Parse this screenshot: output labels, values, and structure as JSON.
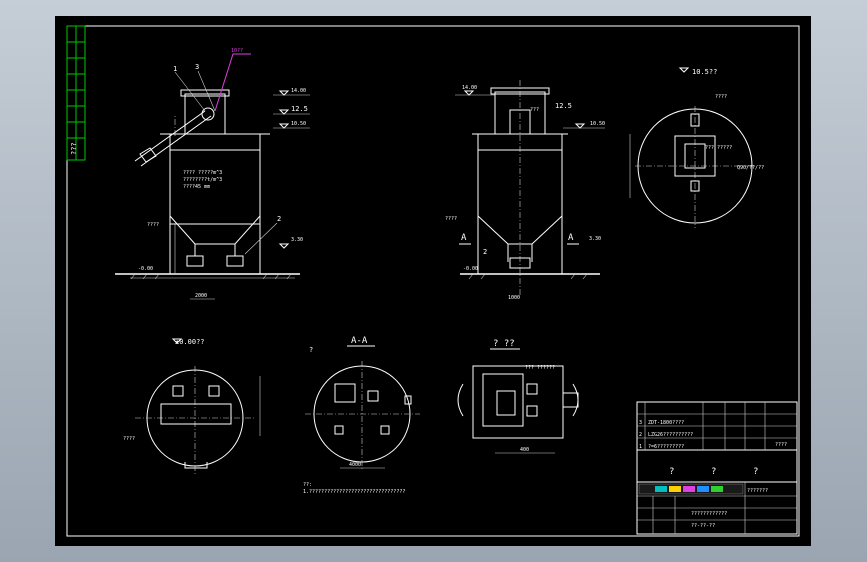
{
  "stamp": {
    "label": "???"
  },
  "elev_left": {
    "callout": "10??",
    "level_top": "14.00",
    "level_mid": "12.5",
    "level_low": "10.50",
    "level_base": "3.30",
    "level_ground": "-0.00",
    "notes": [
      "???? ?????m^3",
      "????????t/m^3",
      "????45 mm"
    ],
    "part_1": "1",
    "part_3": "3",
    "part_2": "2",
    "side_label": "????",
    "bottom_dim": "2000"
  },
  "elev_mid": {
    "level_top": "14.00",
    "level_mid": "12.5",
    "level_low": "10.50",
    "level_base": "3.30",
    "level_ground": "-0.00",
    "section_mark": "A",
    "side_label": "????",
    "part_2": "2",
    "bottom_dim": "1000",
    "top_dim": "???"
  },
  "plan_top": {
    "level": "10.5??",
    "callout": "????",
    "notes": [
      "??? ?????",
      "Q90/??/??"
    ]
  },
  "plan_1": {
    "level": "±0.00??",
    "note": "????"
  },
  "section_aa": {
    "title": "A-A",
    "part": "?",
    "dim": "4000"
  },
  "detail": {
    "title": "? ??",
    "note": "??? ??????",
    "dim": "400"
  },
  "notes": {
    "heading": "??:",
    "lines": [
      "1.????????????????????????????????"
    ]
  },
  "title_block": {
    "bom": [
      {
        "no": "3",
        "name": "ZDT-1800????"
      },
      {
        "no": "2",
        "name": "LZG26??????????"
      },
      {
        "no": "1",
        "name": "?=6?????????"
      }
    ],
    "remark": "????",
    "headers": [
      "?",
      "?",
      "?"
    ],
    "drawing_name": "????????????",
    "drawing_no": "??-??-??",
    "code": "???????"
  }
}
